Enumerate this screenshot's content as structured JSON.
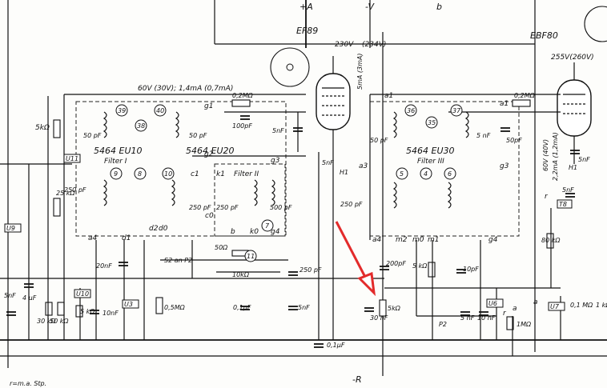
{
  "tubes": {
    "ef89": "EF89",
    "ebf80": "EBF80"
  },
  "filters": {
    "f1_code": "5464 EU10",
    "f1_name": "Filter I",
    "f2_code": "5464 EU20",
    "f2_name": "Filter II",
    "f3_code": "5464 EU30",
    "f3_name": "Filter III"
  },
  "rails": {
    "plus_a": "+A",
    "minus_v": "-V",
    "b": "b",
    "minus_r": "-R"
  },
  "voltages": {
    "v230": "230V",
    "v234": "(234V)",
    "v255": "255V(260V)",
    "bias_ef89": "60V (30V); 1,4mA (0,7mA)",
    "cur_ef89": "5mA (3mA)",
    "bias_ebf80": "60V (40V)",
    "cur_ebf80": "2,2mA (1,2mA)"
  },
  "components": {
    "r_5k": "5kΩ",
    "r_02m_a": "0,2MΩ",
    "c_100p": "100pF",
    "c_5n_a": "5nF",
    "c_5n_b": "5nF",
    "r_02m_b": "0,2MΩ",
    "c_50p_a": "50pF",
    "c_5n_c": "5nF",
    "c_5n_d": "5nF",
    "r_25k": "25 kΩ",
    "c_250p_a": "250 pF",
    "c_250p_b": "250 pF",
    "c_20n": "20nF",
    "r_50": "50Ω",
    "r_10k": "10kΩ",
    "s2_label": "S2 an P2",
    "c_250p_c": "250 pF",
    "c_200p": "200pF",
    "r_5k_b": "5 kΩ",
    "c_10p": "10pF",
    "r_80k": "80 kΩ",
    "r_5k_c": "5 kΩ",
    "c_10n": "10nF",
    "r_05m": "0,5MΩ",
    "c_01u_a": "0,1µF",
    "c_5n_e": "5nF",
    "c_01u_b": "0,1µF",
    "r_5k_d": "5kΩ",
    "c_30n": "30 nF",
    "p2": "P2",
    "c_5n_f": "5 nF",
    "c_10n_b": "10 nF",
    "r_1m": "1MΩ",
    "r_01m": "0,1 MΩ",
    "r_1k": "1 kΩ",
    "c_5n_g": "5nF",
    "c_4u": "4 µF",
    "r_30k": "30 kΩ",
    "r_50k": "50 kΩ",
    "h1_a": "H1",
    "h1_b": "H1",
    "small_50p_a": "50 pF",
    "small_50p_b": "50 pF",
    "small_50p_c": "50 pF",
    "small_5n": "5 nF",
    "small_250_d": "250 pF",
    "small_250_e": "250 pF",
    "small_500": "500 pF"
  },
  "nodes": {
    "g1": "g1",
    "g2": "g2",
    "g3": "g3",
    "g3b": "g3",
    "g4": "g4",
    "g4b": "g4",
    "a1": "a1",
    "a1b": "a1",
    "a3": "a3",
    "a4": "a4",
    "a4b": "a4",
    "c1": "c1",
    "k1": "k1",
    "d1": "d1",
    "d2": "d2",
    "d0": "d0",
    "c0": "c0",
    "b": "b",
    "k0": "k0",
    "m2": "m2",
    "m0": "m0",
    "m1": "m1",
    "r": "r",
    "r2": "r",
    "a": "a",
    "a2": "a"
  },
  "circled": [
    "39",
    "40",
    "38",
    "9",
    "8",
    "10",
    "11",
    "7",
    "36",
    "35",
    "37",
    "5",
    "4",
    "6"
  ],
  "tags": {
    "u11": "U11",
    "u9": "U9",
    "u10": "U10",
    "u3": "U3",
    "t8": "T8",
    "u6": "U6",
    "u7": "U7"
  },
  "footnote": "r=m.a. Stp."
}
